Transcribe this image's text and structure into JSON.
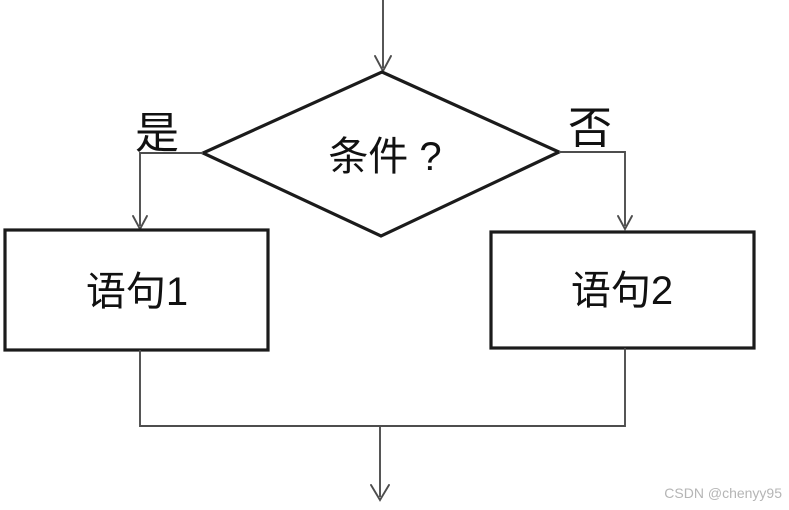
{
  "diagram": {
    "type": "flowchart",
    "condition": {
      "label": "条件 ?"
    },
    "branches": {
      "yes_label": "是",
      "no_label": "否"
    },
    "statements": {
      "left_label": "语句1",
      "right_label": "语句2"
    },
    "watermark": "CSDN @chenyy95",
    "colors": {
      "shape_stroke": "#1b1b1b",
      "connector_stroke": "#4d4d4d",
      "text": "#111111",
      "watermark_text": "#b5b5b5",
      "background": "#ffffff"
    }
  }
}
